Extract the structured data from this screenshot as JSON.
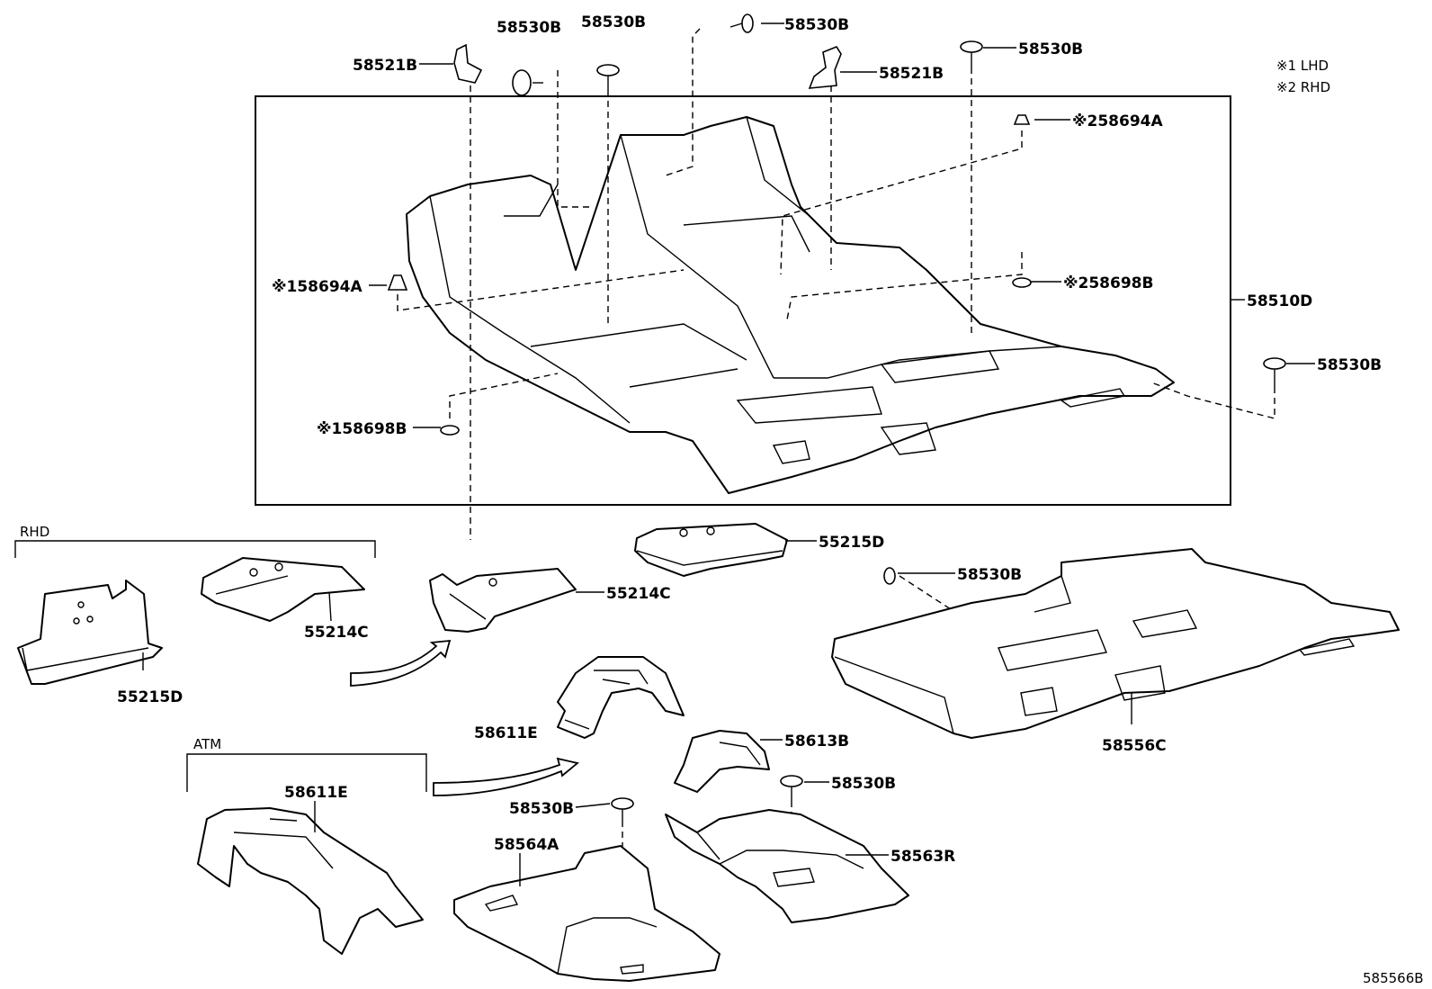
{
  "legend": {
    "lhd": "※1 LHD",
    "rhd": "※2 RHD"
  },
  "groups": {
    "rhd": "RHD",
    "atm": "ATM"
  },
  "labels": {
    "p58530b_top1": "58530B",
    "p58530b_top2": "58530B",
    "p58530b_top3": "58530B",
    "p58530b_top4": "58530B",
    "p58521b_left": "58521B",
    "p58521b_right": "58521B",
    "p58694a_r2": "※258694A",
    "p58694a_r1": "※158694A",
    "p58698b_r2": "※258698B",
    "p58698b_r1": "※158698B",
    "p58510d": "58510D",
    "p58530b_right": "58530B",
    "p55215d_top": "55215D",
    "p55214c_main": "55214C",
    "p55214c_rhd": "55214C",
    "p55215d_rhd": "55215D",
    "p58530b_rear": "58530B",
    "p58556c": "58556C",
    "p58611e_a": "58611E",
    "p58613b": "58613B",
    "p58530b_mid": "58530B",
    "p58611e_atm": "58611E",
    "p58530b_low": "58530B",
    "p58564a": "58564A",
    "p58563r": "58563R"
  },
  "diagram_id": "585566B"
}
